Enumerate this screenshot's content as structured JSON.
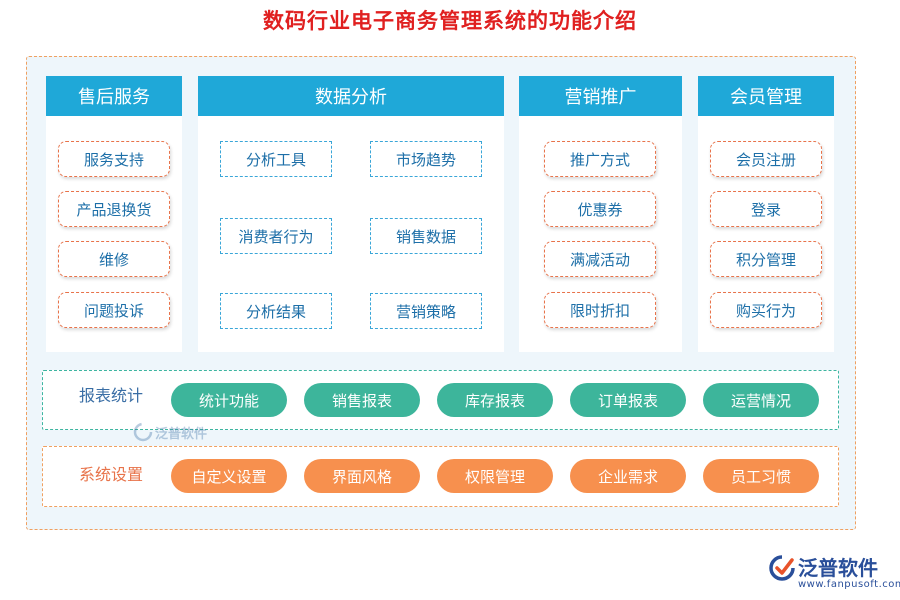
{
  "title": "数码行业电子商务管理系统的功能介绍",
  "panels": [
    {
      "header": "售后服务",
      "items": [
        "服务支持",
        "产品退换货",
        "维修",
        "问题投诉"
      ]
    },
    {
      "header": "数据分析",
      "items": [
        "分析工具",
        "市场趋势",
        "消费者行为",
        "销售数据",
        "分析结果",
        "营销策略"
      ]
    },
    {
      "header": "营销推广",
      "items": [
        "推广方式",
        "优惠券",
        "满减活动",
        "限时折扣"
      ]
    },
    {
      "header": "会员管理",
      "items": [
        "会员注册",
        "登录",
        "积分管理",
        "购买行为"
      ]
    }
  ],
  "report_stats": {
    "label": "报表统计",
    "items": [
      "统计功能",
      "销售报表",
      "库存报表",
      "订单报表",
      "运营情况"
    ]
  },
  "system_settings": {
    "label": "系统设置",
    "items": [
      "自定义设置",
      "界面风格",
      "权限管理",
      "企业需求",
      "员工习惯"
    ]
  },
  "watermark": {
    "text": "泛普软件"
  },
  "logo": {
    "name": "泛普软件",
    "url": "www.fanpusoft.com"
  },
  "colors": {
    "title": "#e02020",
    "header": "#1fa8d8",
    "green_pill": "#3db59b",
    "orange_pill": "#f7904e",
    "orange_dash": "#e8734a",
    "blue_dash": "#3aa6d8"
  }
}
